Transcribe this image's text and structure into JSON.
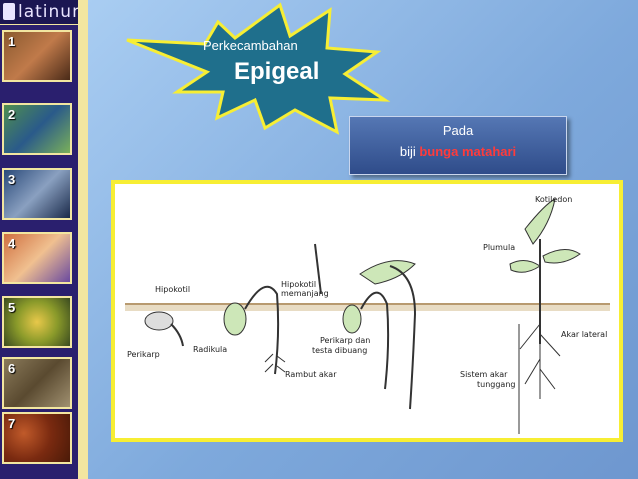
{
  "sidebar": {
    "logo_text": "latinum",
    "items": [
      {
        "number": "1",
        "color": "#7a4a2a"
      },
      {
        "number": "2",
        "color": "#3a6d3a"
      },
      {
        "number": "3",
        "color": "#1c3c6e"
      },
      {
        "number": "4",
        "color": "#c9613a"
      },
      {
        "number": "5",
        "color": "#6a7a20"
      },
      {
        "number": "6",
        "color": "#6d5a3a"
      },
      {
        "number": "7",
        "color": "#8a3a1a"
      }
    ]
  },
  "title": {
    "subtitle": "Perkecambahan",
    "main": "Epigeal"
  },
  "info_box": {
    "line1": "Pada",
    "line2_prefix": "biji ",
    "line2_highlight": "bunga matahari"
  },
  "diagram": {
    "labels": {
      "hipokotil": "Hipokotil",
      "perikarp": "Perikarp",
      "radikula": "Radikula",
      "hipokotil_memanjang": "Hipokotil memanjang",
      "rambut_akar": "Rambut akar",
      "perikarp_testa_1": "Perikarp dan",
      "perikarp_testa_2": "testa dibuang",
      "kotiledon": "Kotiledon",
      "plumula": "Plumula",
      "akar_lateral": "Akar lateral",
      "sistem_akar_1": "Sistem akar",
      "sistem_akar_2": "tunggang"
    }
  },
  "colors": {
    "sidebar_bg": "#2a1f6e",
    "accent_yellow": "#f7ee34",
    "starburst_fill": "#1f6f8c",
    "highlight_red": "#ff3b3b"
  }
}
